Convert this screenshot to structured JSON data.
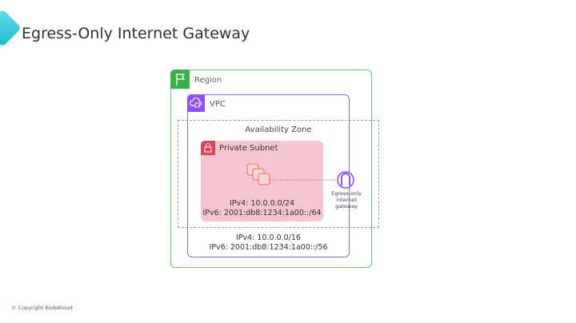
{
  "title": "Egress-Only Internet Gateway",
  "region": {
    "label": "Region",
    "color": "#35b24a"
  },
  "vpc": {
    "label": "VPC",
    "color": "#8c4fff",
    "ipv4": "IPv4: 10.0.0.0/16",
    "ipv6": "IPv6: 2001:db8:1234:1a00::/56"
  },
  "az": {
    "label": "Availability Zone"
  },
  "subnet": {
    "label": "Private Subnet",
    "color": "#dd4455",
    "ipv4": "IPv4: 10.0.0.0/24",
    "ipv6": "IPv6: 2001:db8:1234:1a00::/64"
  },
  "gateway": {
    "label_lines": [
      "Egress-only",
      "internet",
      "gateway"
    ]
  },
  "footer": {
    "copyright": "© Copyright KodeKloud"
  }
}
